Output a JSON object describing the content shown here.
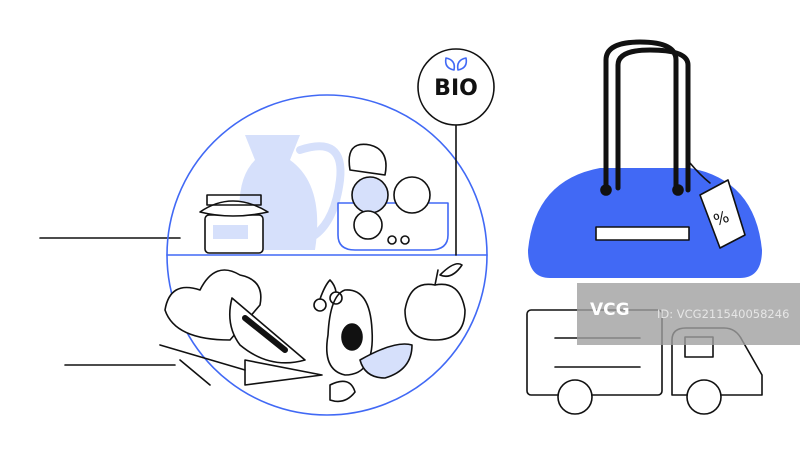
{
  "badge": {
    "label": "BIO",
    "icon": "leaf-icon"
  },
  "tag": {
    "label": "%"
  },
  "watermark": {
    "logo": "VCG",
    "id": "ID: VCG211540058246"
  },
  "colors": {
    "accent": "#4169f5",
    "light_accent": "#d6e0fb",
    "line": "#111111"
  }
}
